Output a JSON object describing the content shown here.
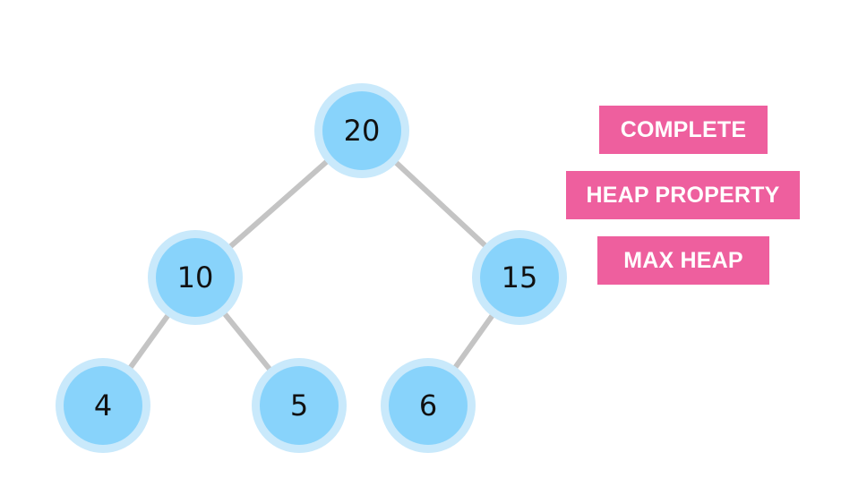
{
  "diagram": {
    "nodes": [
      {
        "id": "n20",
        "value": "20"
      },
      {
        "id": "n10",
        "value": "10"
      },
      {
        "id": "n15",
        "value": "15"
      },
      {
        "id": "n4",
        "value": "4"
      },
      {
        "id": "n5",
        "value": "5"
      },
      {
        "id": "n6",
        "value": "6"
      }
    ],
    "edges": [
      {
        "from": "20",
        "to": "10"
      },
      {
        "from": "20",
        "to": "15"
      },
      {
        "from": "10",
        "to": "4"
      },
      {
        "from": "10",
        "to": "5"
      },
      {
        "from": "15",
        "to": "6"
      }
    ]
  },
  "tags": [
    {
      "label": "COMPLETE"
    },
    {
      "label": "HEAP PROPERTY"
    },
    {
      "label": "MAX HEAP"
    }
  ],
  "colors": {
    "node_fill": "#88d3fb",
    "node_ring": "#c9e9fb",
    "edge": "#c4c4c4",
    "tag_bg": "#ee5f9e",
    "tag_text": "#ffffff",
    "node_text": "#111111"
  }
}
